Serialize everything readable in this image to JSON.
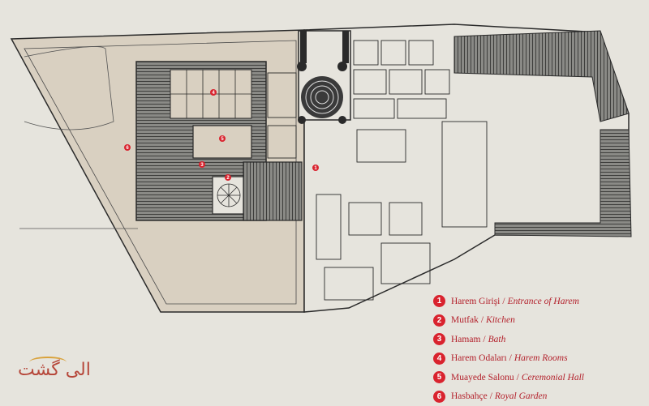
{
  "legend": [
    {
      "num": "1",
      "tr": "Harem Girişi",
      "en": "Entrance of Harem"
    },
    {
      "num": "2",
      "tr": "Mutfak",
      "en": "Kitchen"
    },
    {
      "num": "3",
      "tr": "Hamam",
      "en": "Bath"
    },
    {
      "num": "4",
      "tr": "Harem Odaları",
      "en": "Harem Rooms"
    },
    {
      "num": "5",
      "tr": "Muayede Salonu",
      "en": "Ceremonial Hall"
    },
    {
      "num": "6",
      "tr": "Hasbahçe",
      "en": "Royal Garden"
    }
  ],
  "separator": "/",
  "markers": [
    "1",
    "2",
    "3",
    "4",
    "5",
    "6"
  ],
  "watermark": "الی گشت",
  "colors": {
    "background": "#e6e4dd",
    "garden": "#d9d0c1",
    "marker": "#d9232e",
    "ink": "#2a2a2a"
  }
}
